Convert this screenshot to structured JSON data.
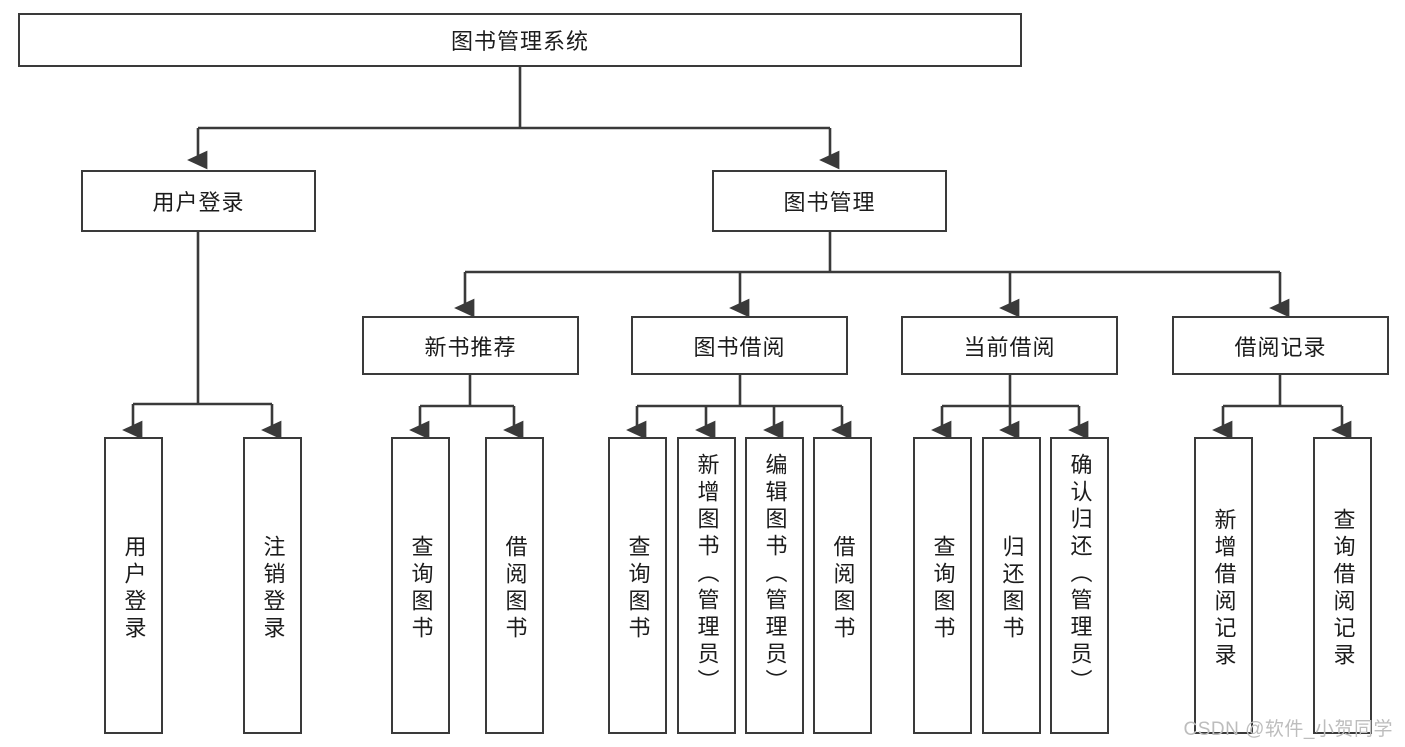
{
  "diagram": {
    "title": "图书管理系统",
    "type": "hierarchy-tree",
    "stroke_color": "#3a3a3a",
    "text_color": "#1c1c1c",
    "background_color": "#ffffff",
    "watermark": "CSDN @软件_小贺同学",
    "levels": {
      "root": {
        "label": "图书管理系统"
      },
      "level2": [
        {
          "label": "用户登录"
        },
        {
          "label": "图书管理"
        }
      ],
      "level3": [
        {
          "label": "新书推荐"
        },
        {
          "label": "图书借阅"
        },
        {
          "label": "当前借阅"
        },
        {
          "label": "借阅记录"
        }
      ],
      "leaves": {
        "user_login": [
          {
            "label": "用户登录"
          },
          {
            "label": "注销登录"
          }
        ],
        "new_book_recommend": [
          {
            "label": "查询图书"
          },
          {
            "label": "借阅图书"
          }
        ],
        "book_borrow": [
          {
            "label": "查询图书"
          },
          {
            "label": "新增图书（管理员）"
          },
          {
            "label": "编辑图书（管理员）"
          },
          {
            "label": "借阅图书"
          }
        ],
        "current_borrow": [
          {
            "label": "查询图书"
          },
          {
            "label": "归还图书"
          },
          {
            "label": "确认归还（管理员）"
          }
        ],
        "borrow_record": [
          {
            "label": "新增借阅记录"
          },
          {
            "label": "查询借阅记录"
          }
        ]
      }
    }
  }
}
